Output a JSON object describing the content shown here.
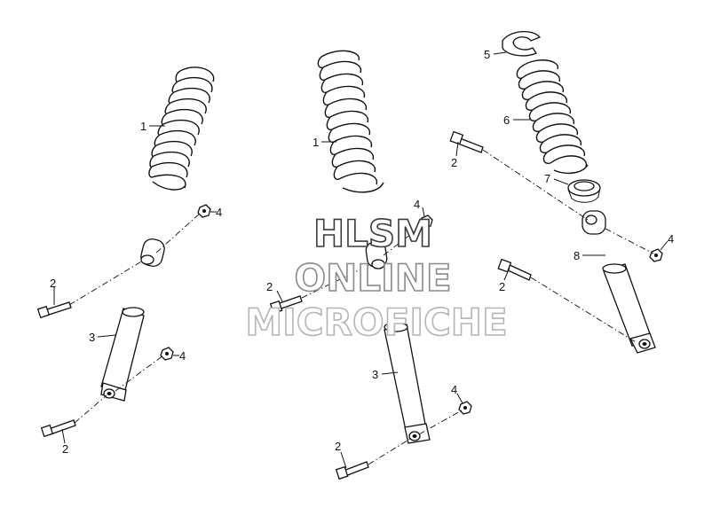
{
  "callouts": [
    "1",
    "1",
    "2",
    "2",
    "2",
    "2",
    "2",
    "3",
    "3",
    "4",
    "4",
    "4",
    "4",
    "4",
    "5",
    "6",
    "7",
    "8"
  ],
  "watermark": {
    "line1": "HLSM",
    "line2": "ONLINE",
    "line3": "MICROFICHE",
    "color_dark": "#3a3a3a",
    "color_mid": "#8a8a8a",
    "color_light": "#b5b5b5"
  }
}
